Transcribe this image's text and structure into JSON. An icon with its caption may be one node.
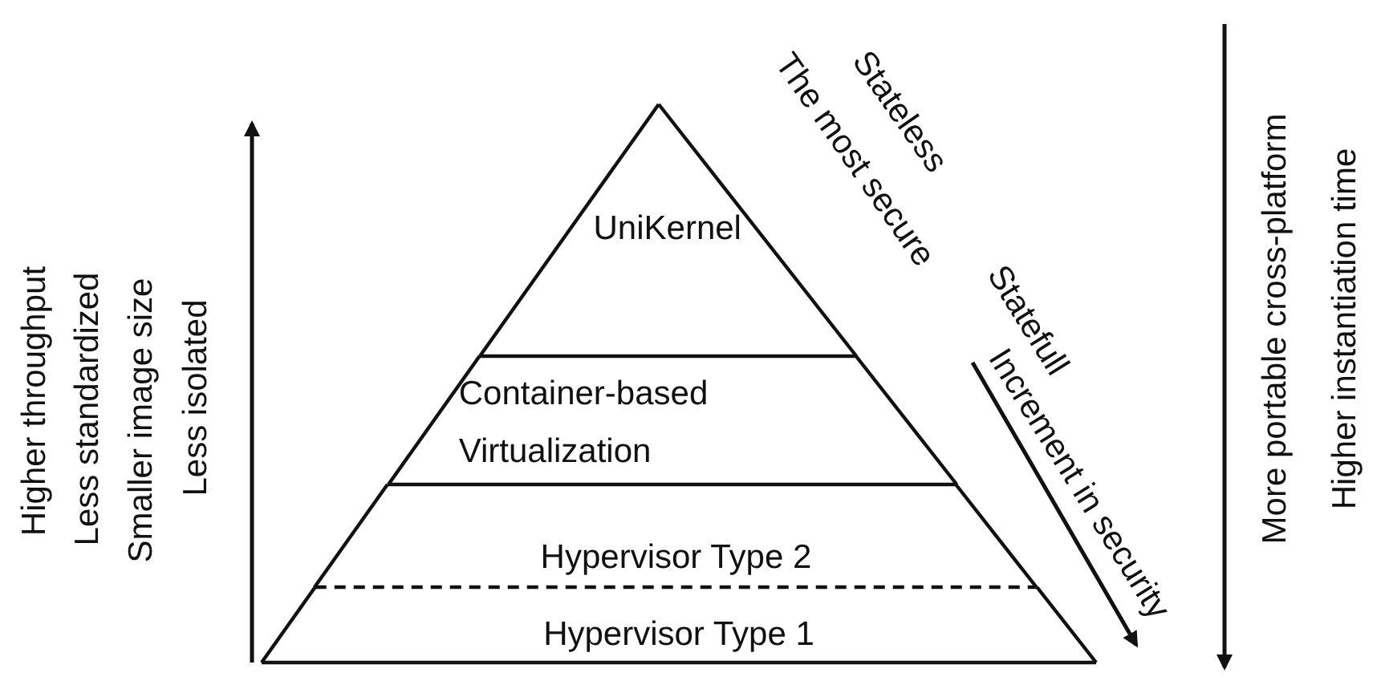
{
  "diagram": {
    "nodes": [
      {
        "text": [
          "UniKernel"
        ]
      },
      {
        "text": [
          "Container-based Virtualization"
        ]
      },
      {
        "text": [
          "Hypervisor Type 2"
        ]
      },
      {
        "text": [
          "Hypervisor Type 1"
        ]
      }
    ],
    "labels": [
      "Higher throughput",
      "Less standardized",
      "Smaller  image size",
      "Less isolated",
      "Stateless",
      "The most secure",
      "Statefull",
      "Increment in security",
      "More portable cross-platform",
      "Higher instantiation time"
    ]
  }
}
